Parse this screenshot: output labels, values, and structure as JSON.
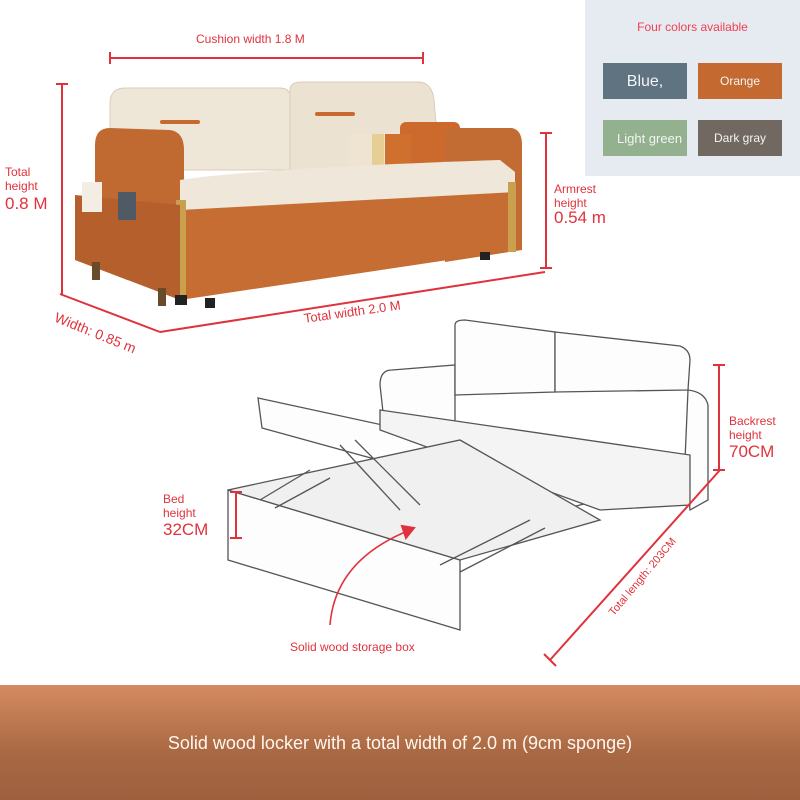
{
  "color_panel": {
    "title": "Four colors available",
    "swatches": [
      {
        "label": "Blue,",
        "color": "#5f7381"
      },
      {
        "label": "Orange",
        "color": "#c4692f"
      },
      {
        "label": "Light green",
        "color": "#93b08f"
      },
      {
        "label": "Dark gray",
        "color": "#716961"
      }
    ]
  },
  "sofa_dimensions": {
    "cushion_width": "Cushion width 1.8 M",
    "total_height_label": "Total height",
    "total_height_value": "0.8 M",
    "armrest_label": "Armrest height",
    "armrest_value": "0.54 m",
    "depth": "Width: 0.85 m",
    "total_width": "Total width 2.0 M"
  },
  "bed_dimensions": {
    "backrest_label": "Backrest height",
    "backrest_value": "70CM",
    "bed_height_label": "Bed height",
    "bed_height_value": "32CM",
    "total_length": "Total length: 203CM",
    "storage_callout": "Solid wood storage box"
  },
  "footer": {
    "caption": "Solid wood locker with a total width of 2.0 m (9cm sponge)"
  },
  "colors": {
    "annotation": "#e0323c",
    "sofa_orange": "#c0652e",
    "sofa_cream": "#ece3d3",
    "footer_top": "#d58b60",
    "footer_bottom": "#9d603e"
  }
}
